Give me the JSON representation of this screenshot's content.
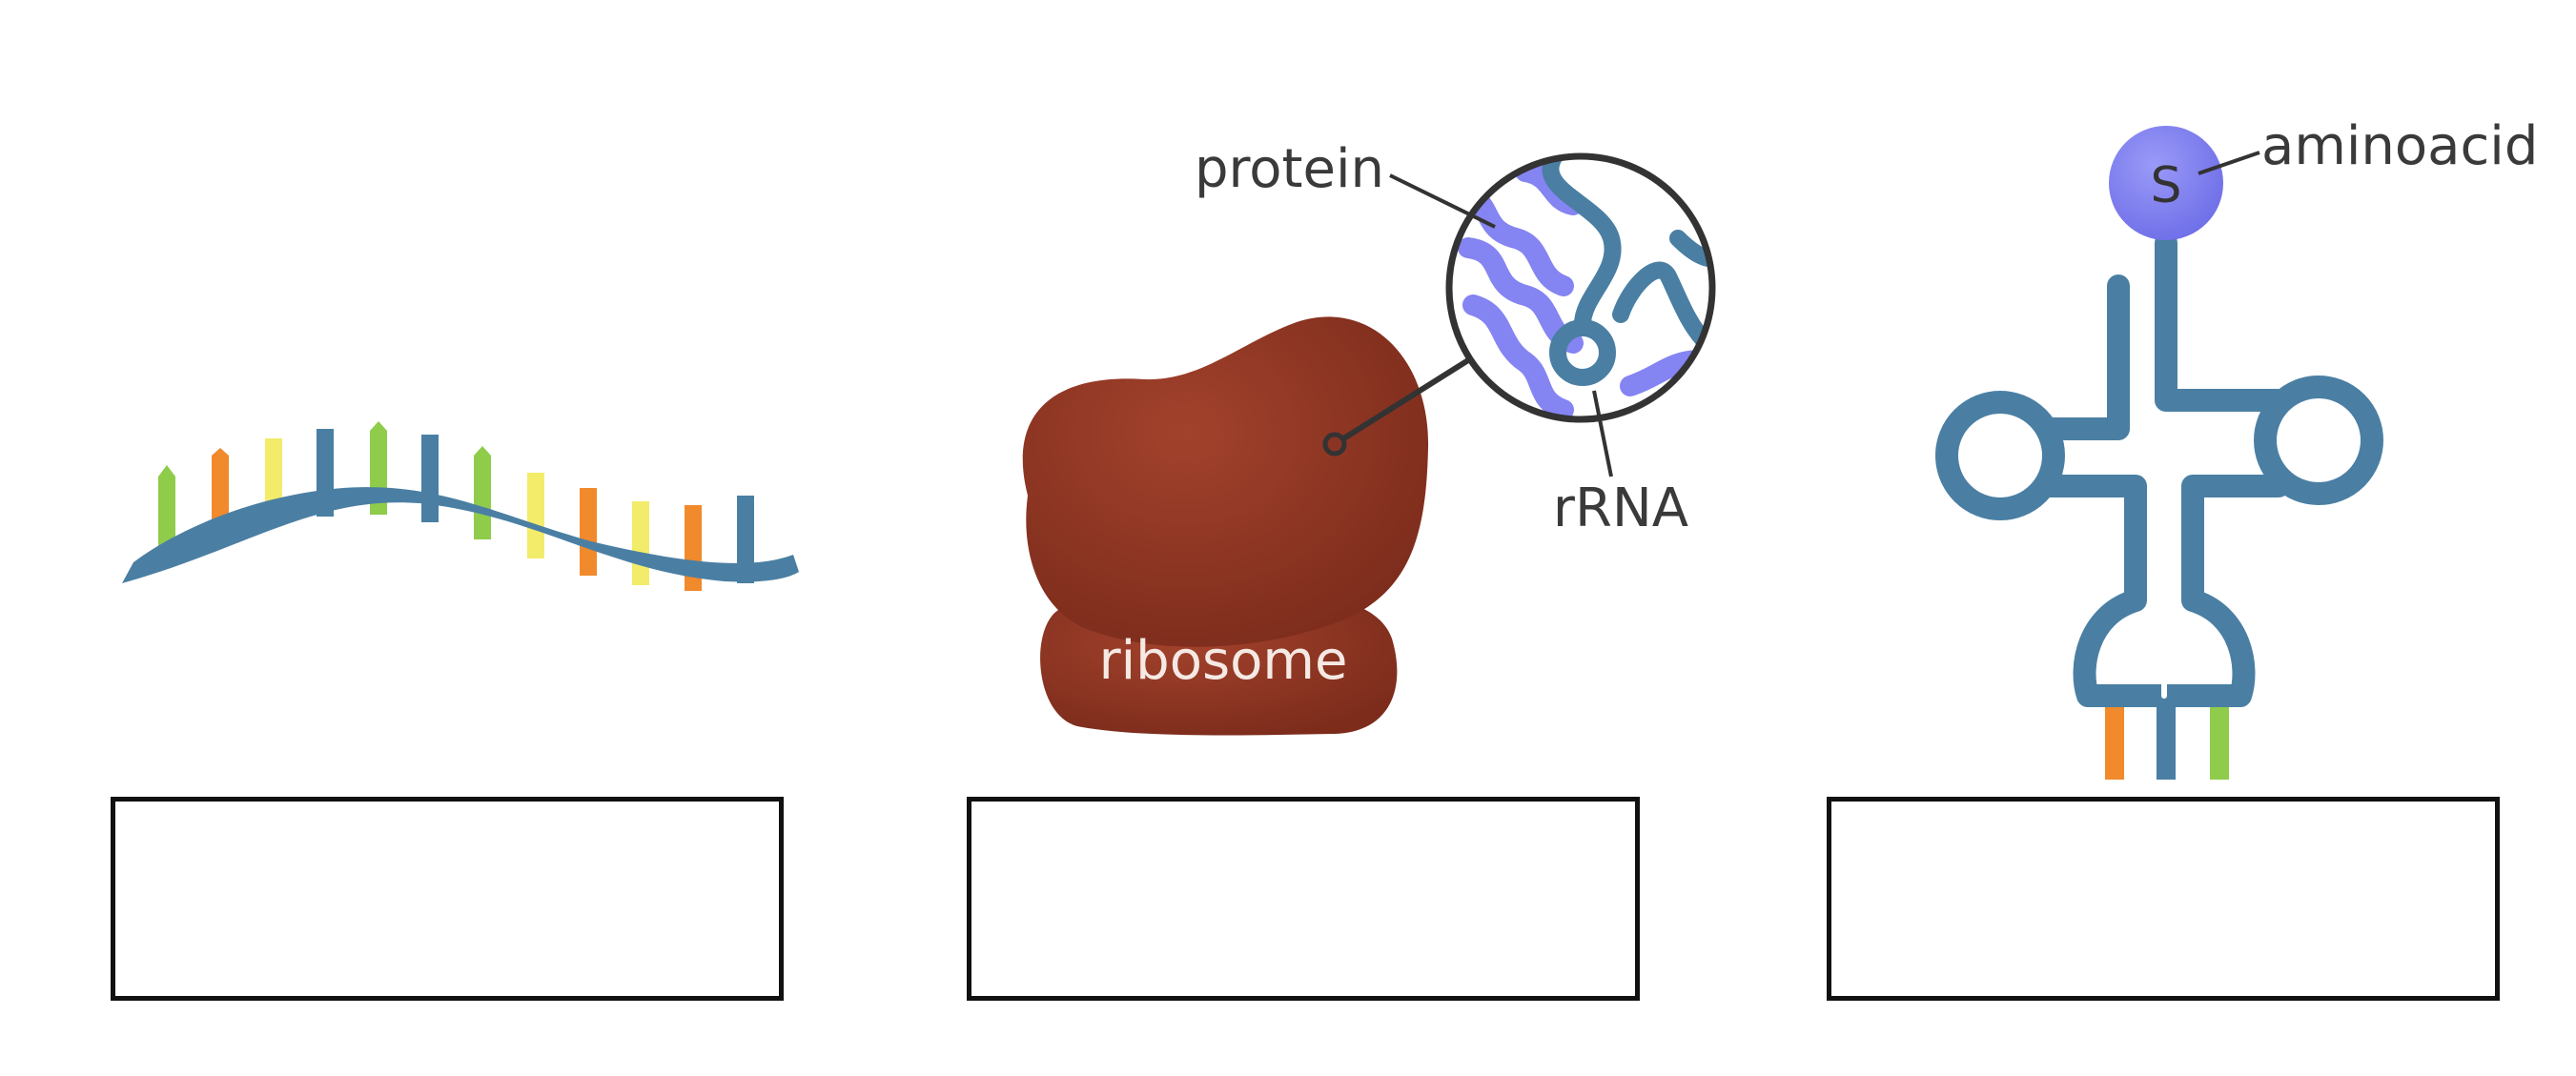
{
  "labels": {
    "protein": "protein",
    "rrna": "rRNA",
    "ribosome": "ribosome",
    "amino_symbol": "S",
    "aminoacid": "aminoacid"
  },
  "answer_boxes": [
    "",
    "",
    ""
  ],
  "colors": {
    "backbone": "#4a7fa3",
    "base_green": "#8fcc4a",
    "base_orange": "#f08a2c",
    "base_yellow": "#f2ec6a",
    "base_blue": "#4a7fa3",
    "ribosome": "#8b3424",
    "protein": "#8484f2",
    "text": "#3a3a3a"
  }
}
